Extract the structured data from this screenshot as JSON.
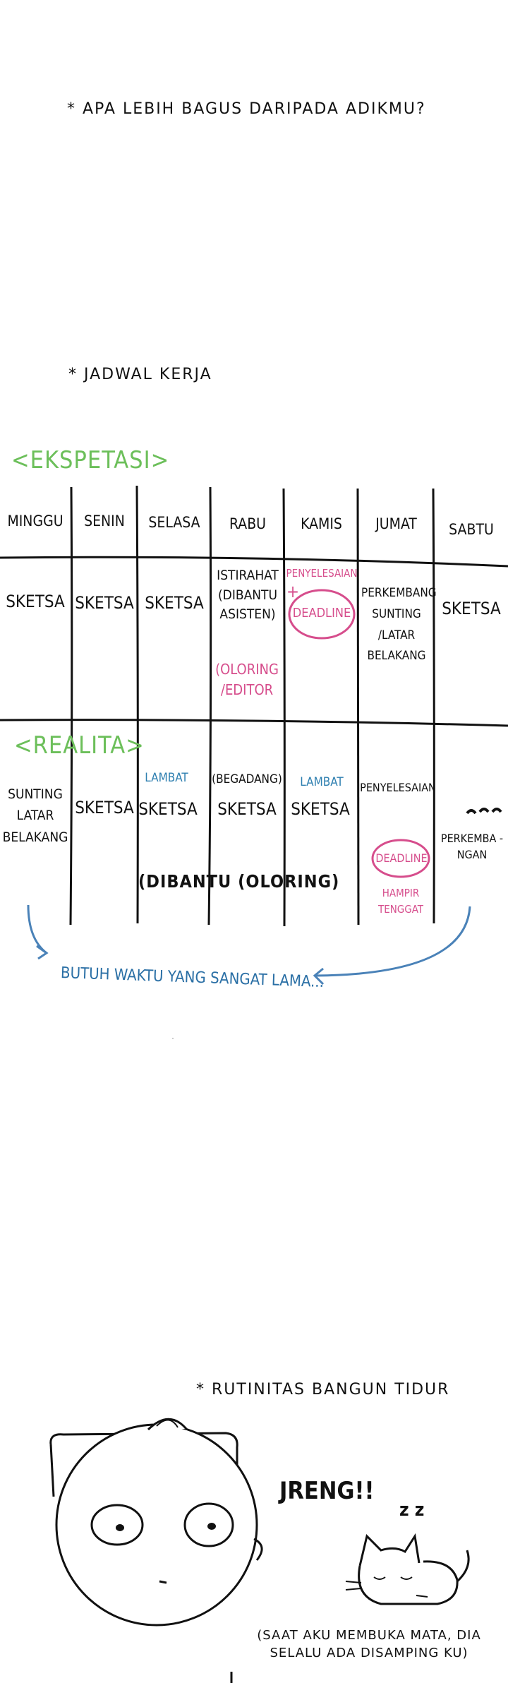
{
  "captions": {
    "q1": "* APA LEBIH BAGUS DARIPADA ADIKMU?",
    "q2": "* JADWAL KERJA",
    "q3": "* RUTINITAS BANGUN TIDUR"
  },
  "expectation": {
    "title": "<EKSPETASI>",
    "days": [
      "MINGGU",
      "SENIN",
      "SELASA",
      "RABU",
      "KAMIS",
      "JUMAT",
      "SABTU"
    ],
    "minggu": "SKETSA",
    "senin": "SKETSA",
    "selasa": "SKETSA",
    "rabu": "ISTIRAHAT (DIBANTU ASISTEN)",
    "rabu_note": "(OLORING /EDITOR",
    "kamis_top": "PENYELESAIAN",
    "kamis_plus": "+",
    "kamis_deadline": "DEADLINE",
    "jumat": "PERKEMBANG SUNTING /LATAR BELAKANG",
    "sabtu": "SKETSA"
  },
  "reality": {
    "title": "<REALITA>",
    "minggu": "SUNTING LATAR BELAKANG",
    "senin": "SKETSA",
    "selasa_note": "LAMBAT",
    "selasa": "SKETSA",
    "rabu_note": "(BEGADANG)",
    "rabu": "SKETSA",
    "kamis_note": "LAMBAT",
    "kamis": "SKETSA",
    "jumat": "PENYELESAIAN",
    "jumat_deadline": "DEADLINE",
    "jumat_note": "HAMPIR TENGGAT",
    "sabtu": "PERKEMBA -NGAN",
    "helper": "(DIBANTU (OLORING)",
    "footer": "BUTUH WAKTU YANG SANGAT LAMA..."
  },
  "wake": {
    "sound": "JRENG!!",
    "zz": "z z",
    "note": "(SAAT AKU MEMBUKA MATA, DIA SELALU ADA DISAMPING KU)"
  },
  "colors": {
    "green": "#6cbf5a",
    "pink": "#d64d8c",
    "blue": "#2e7fb0"
  }
}
